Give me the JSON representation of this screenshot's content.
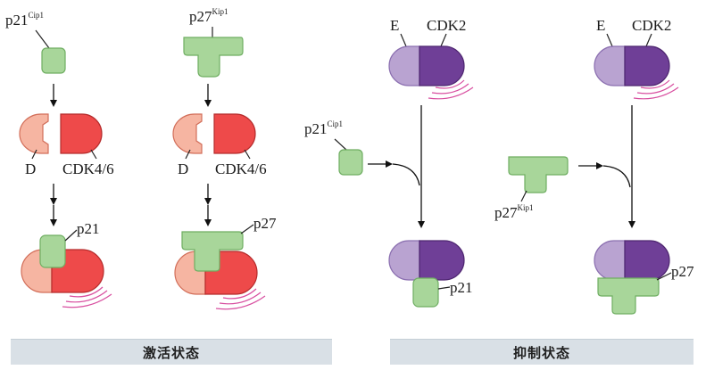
{
  "labels": {
    "p21_cip1_base": "p21",
    "cip1_sup": "Cip1",
    "p27_kip1_base": "p27",
    "kip1_sup": "Kip1",
    "cyclin_d": "D",
    "cdk46": "CDK4/6",
    "cyclin_e": "E",
    "cdk2": "CDK2",
    "p21": "p21",
    "p27": "p27"
  },
  "panels": {
    "activation": "激活状态",
    "inhibition": "抑制状态"
  },
  "colors": {
    "inhibitor_green": "#a8d69a",
    "inhibitor_green_stroke": "#6fae62",
    "cyclin_d_salmon": "#f6b5a2",
    "cdk46_red": "#ee4a4a",
    "cyclin_e_lavender": "#b9a3d1",
    "cdk2_purple": "#6f3f97",
    "activity_arcs_pink": "#d84fa0",
    "panel_bar": "#d9e0e6"
  }
}
